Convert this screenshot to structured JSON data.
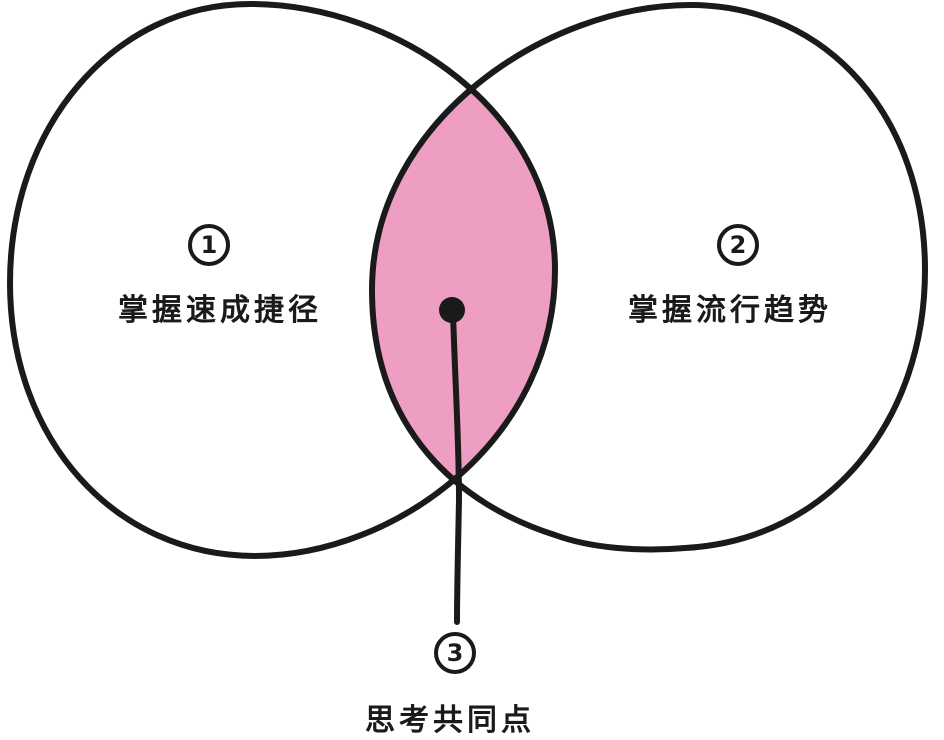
{
  "colors": {
    "outline": "#1a1a1a",
    "overlap_fill": "#ee9ec3",
    "background": "#ffffff"
  },
  "left_circle": {
    "marker": "1",
    "text": "掌握速成捷径"
  },
  "right_circle": {
    "marker": "2",
    "text": "掌握流行趋势"
  },
  "overlap": {
    "marker": "3",
    "text": "思考共同点"
  }
}
